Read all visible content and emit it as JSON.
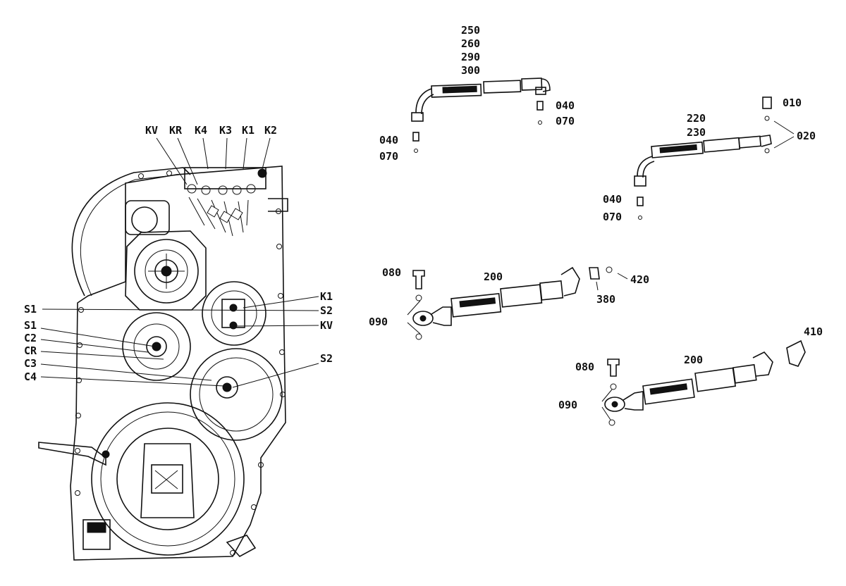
{
  "palette": {
    "ink": "#111111",
    "paper": "#ffffff"
  },
  "housing_labels": {
    "top": [
      "KV",
      "KR",
      "K4",
      "K3",
      "K1",
      "K2"
    ],
    "right": [
      "K1",
      "S2",
      "KV",
      "S2"
    ],
    "left": [
      "S1",
      "S1",
      "C2",
      "CR",
      "C3",
      "C4"
    ]
  },
  "hose_a": {
    "stack": [
      "250",
      "260",
      "290",
      "300"
    ],
    "left_fit": [
      "040",
      "070"
    ],
    "right_fit": [
      "040",
      "070"
    ]
  },
  "hose_b": {
    "stack": [
      "220",
      "230"
    ],
    "bolt": "010",
    "washer": "020",
    "left_fit": [
      "040",
      "070"
    ]
  },
  "hose_c": {
    "bolt": "080",
    "hose": "200",
    "washer": "090",
    "nut": "380",
    "ring": "420"
  },
  "hose_d": {
    "bolt": "080",
    "hose": "200",
    "washer": "090",
    "tee": "410"
  }
}
